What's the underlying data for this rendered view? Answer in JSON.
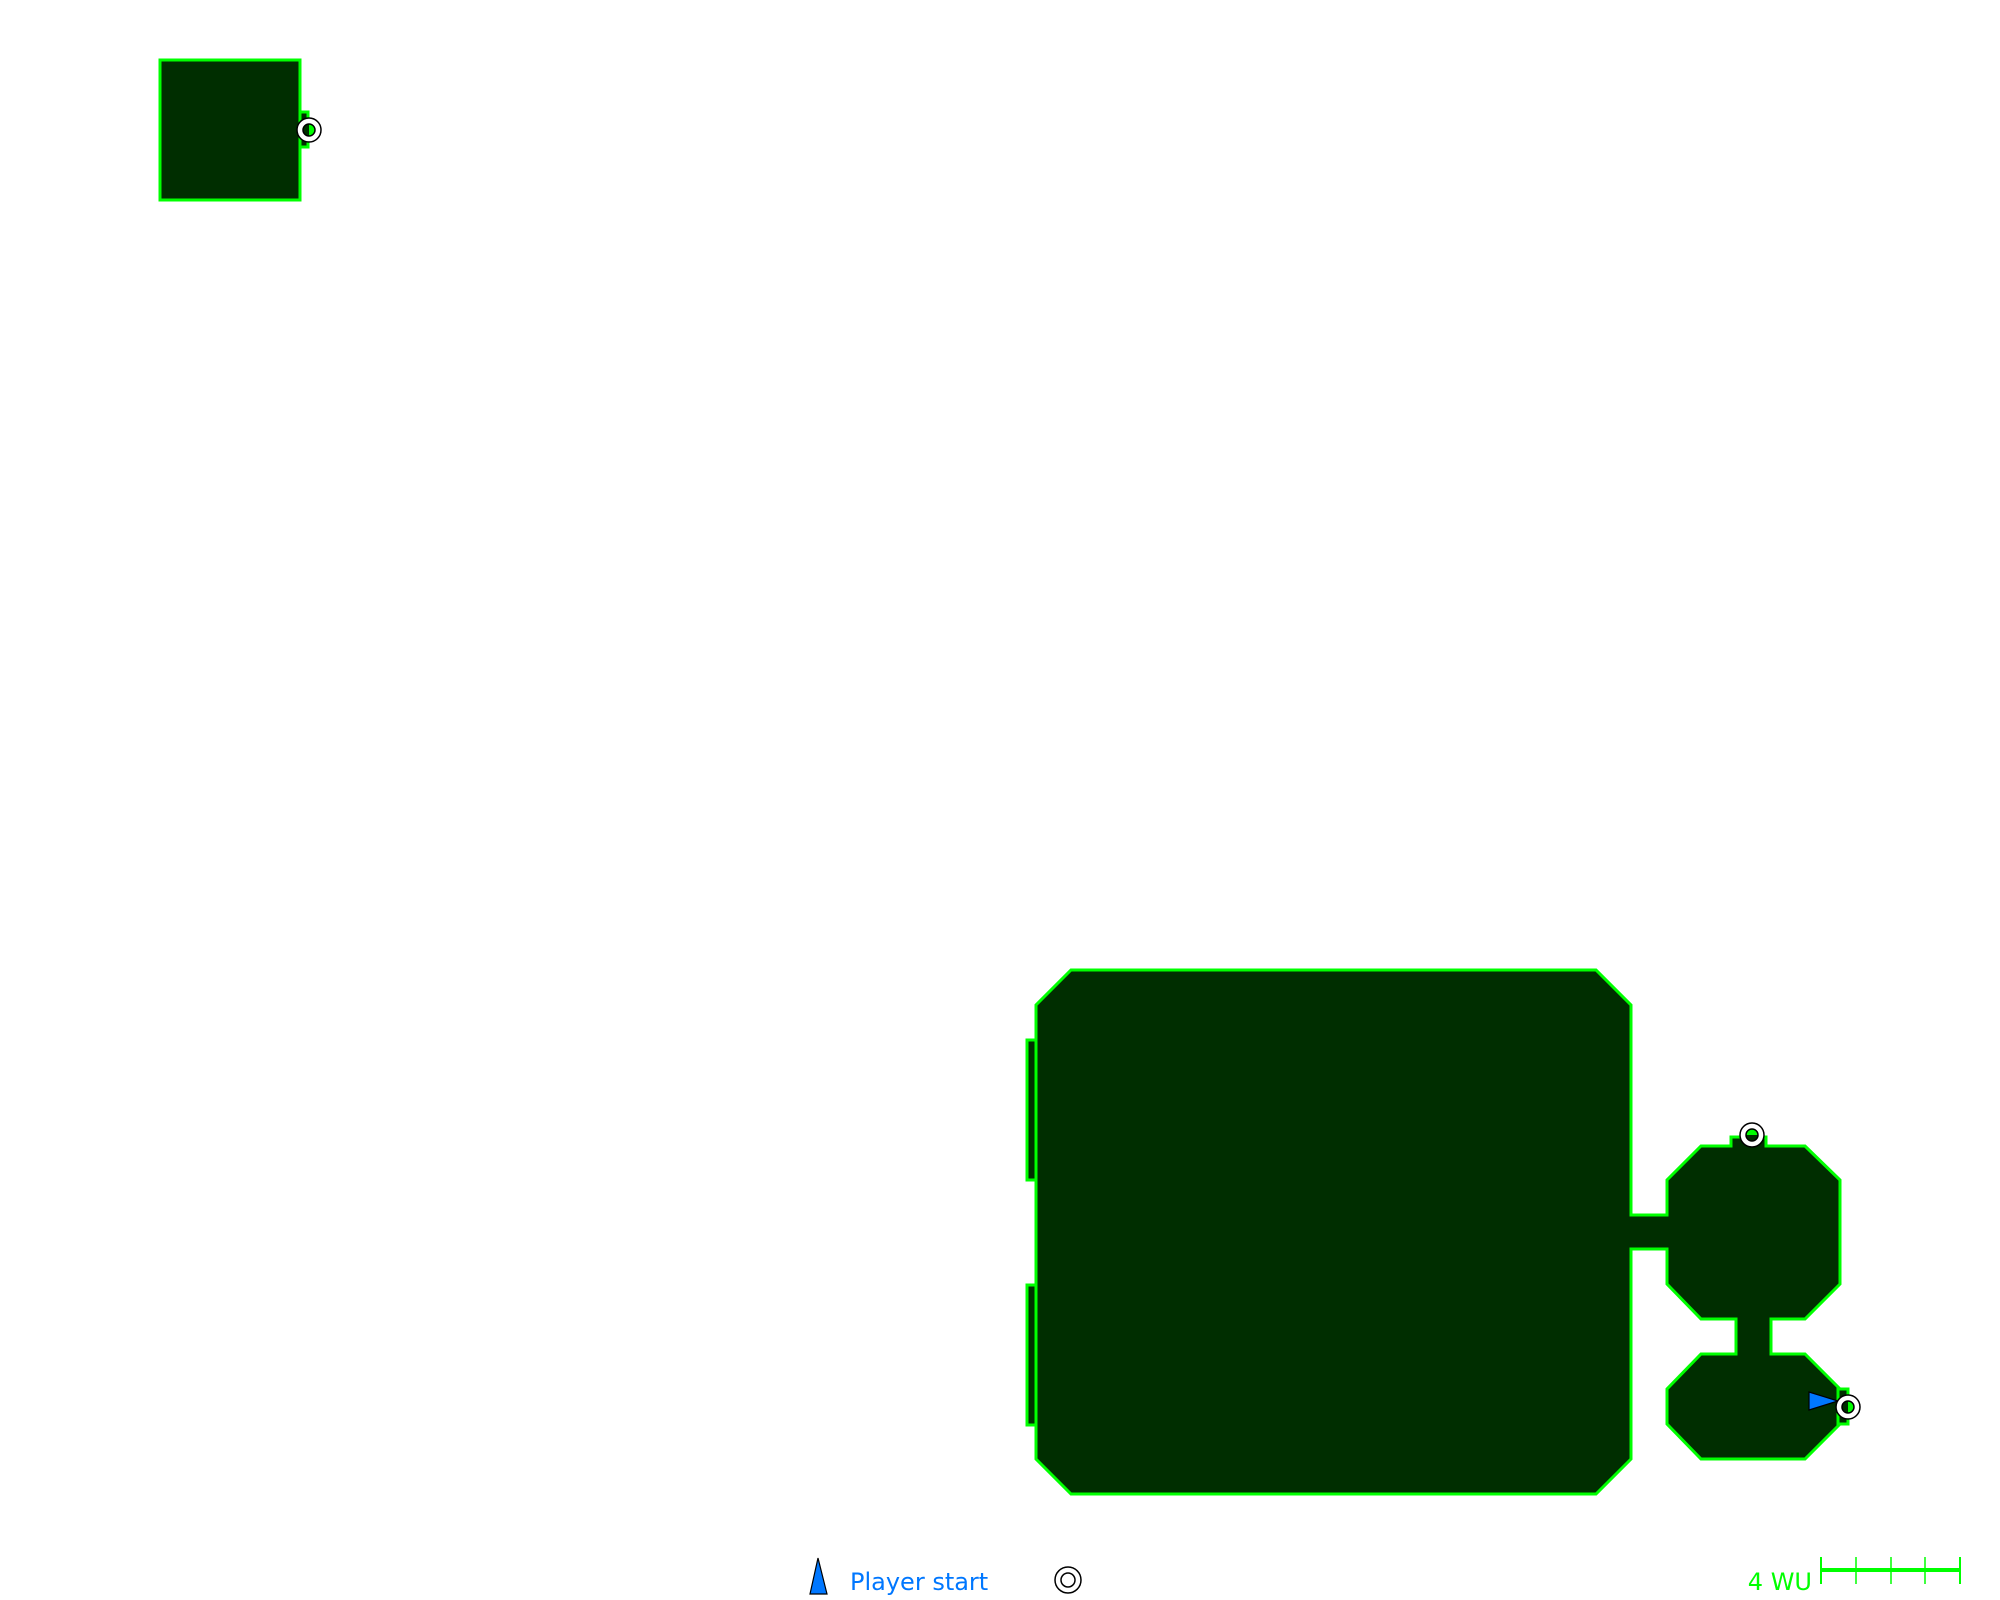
{
  "map": {
    "colors": {
      "room_fill": "#002e00",
      "wall": "#00ff00",
      "player": "#0077ff"
    },
    "scale_ticks": 4
  },
  "legend": {
    "player_label": "Player start",
    "player_color": "#0077ff",
    "marker_icon": "waypoint-ring-icon"
  },
  "scale": {
    "label": "4 WU",
    "color": "#00ff00"
  }
}
